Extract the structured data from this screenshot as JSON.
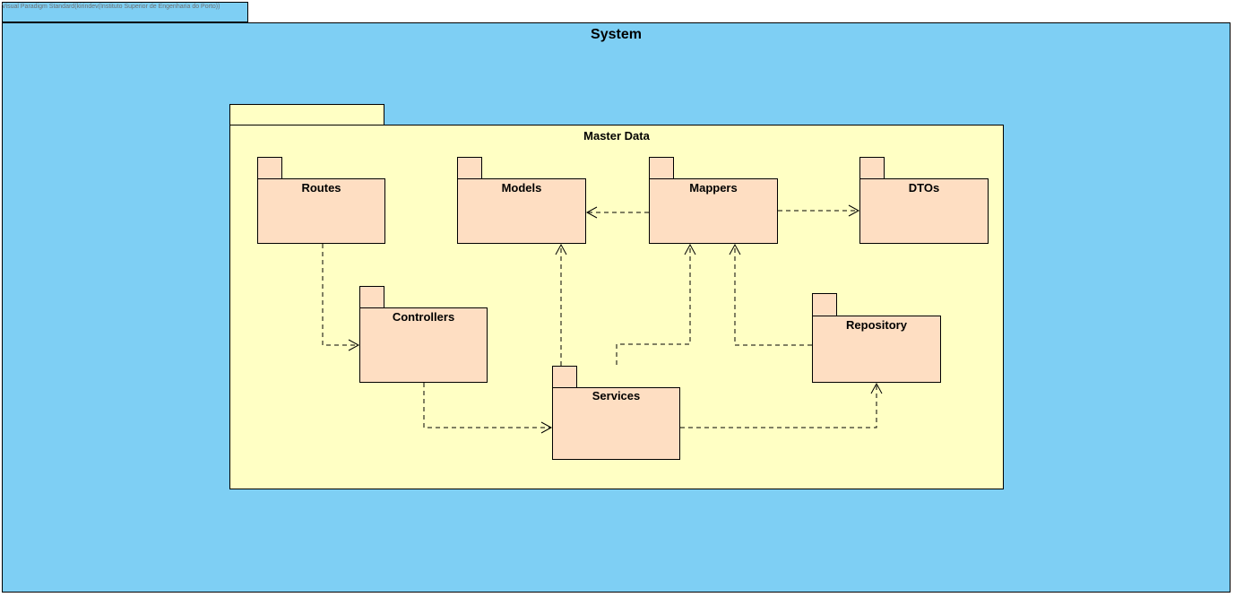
{
  "watermark": "Visual Paradigm Standard(kirindev(Instituto Superior de Engenharia do Porto))",
  "system": {
    "title": "System"
  },
  "master_data": {
    "title": "Master Data"
  },
  "packages": {
    "routes": "Routes",
    "models": "Models",
    "mappers": "Mappers",
    "dtos": "DTOs",
    "controllers": "Controllers",
    "repository": "Repository",
    "services": "Services"
  },
  "colors": {
    "system_fill": "#7ecff4",
    "master_data_fill": "#ffffc4",
    "package_fill": "#fedec2",
    "line": "#000000"
  }
}
